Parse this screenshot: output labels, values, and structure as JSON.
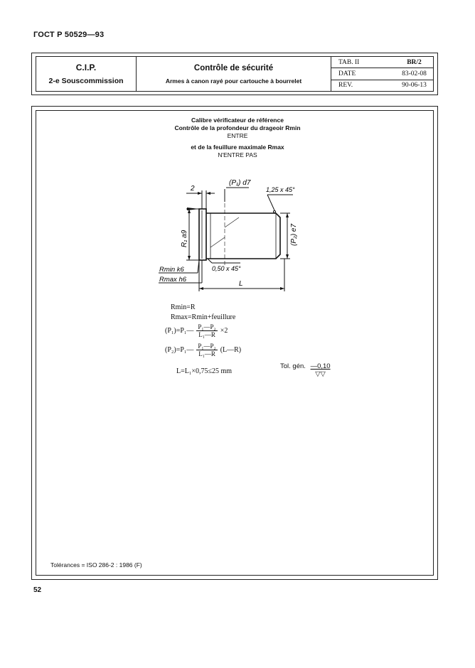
{
  "header": {
    "standard": "ГОСТ Р 50529—93",
    "org": "C.I.P.",
    "subcommission": "2-e Souscommission",
    "title": "Contrôle de sécurité",
    "subtitle": "Armes à canon rayé pour cartouche à bourrelet",
    "meta": [
      {
        "key": "TAB. II",
        "value": "BR/2"
      },
      {
        "key": "DATE",
        "value": "83-02-08"
      },
      {
        "key": "REV.",
        "value": "90-06-13"
      }
    ]
  },
  "heading": {
    "line1": "Calibre vérificateur de référence",
    "line2": "Contrôle de la profondeur du drageoir Rmin",
    "line3": "ENTRE",
    "line4": "et de la feuillure maximale Rmax",
    "line5": "N'ENTRE PAS"
  },
  "drawing": {
    "dim_top": "(P₁) d7",
    "dim_chamfer_top": "1,25 x 45°",
    "dim_2": "2",
    "dim_r1": "R₁ a9",
    "dim_p2": "(P₂) e7",
    "dim_chamfer_bottom": "0,50 x 45°",
    "dim_rmin": "Rmin k6",
    "dim_rmax": "Rmax h6",
    "dim_l": "L"
  },
  "formulas": {
    "f1": "Rmin=R",
    "f2": "Rmax=Rmin+feuillure",
    "f3_left": "(P₁)=P₁—",
    "f3_num": "P₁—P₂",
    "f3_den": "L₁—R",
    "f3_right": "×2",
    "f4_left": "(P₂)=P₁—",
    "f4_num": "P₁—P₂",
    "f4_den": "L₁—R",
    "f4_right": "(L—R)",
    "f5": "L=L₁×0,75≤25 mm",
    "tol_label": "Tol. gén.",
    "tol_value": "—0,10",
    "tol_symbol": "▽▽"
  },
  "footer": {
    "tolerances": "Tolérances = ISO 286-2 : 1986 (F)",
    "page": "52"
  }
}
